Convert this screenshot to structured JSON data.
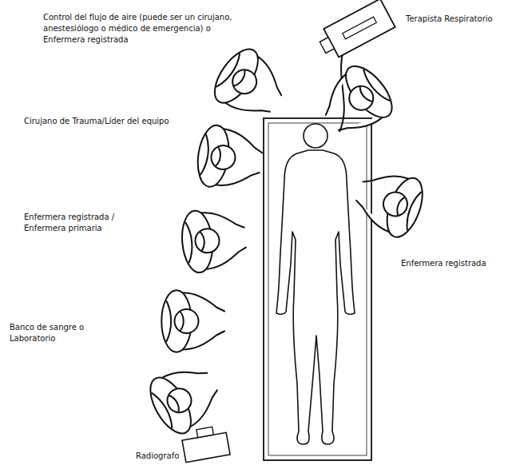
{
  "diagram": {
    "labels": [
      "Control del flujo de aire (puede ser un cirujano, anestesiólogo o médico de emergencia) o Enfermera registrada",
      "Terapista Respiratorio",
      "Cirujano de Trauma/Líder del equipo",
      "Enfermera registrada / Enfermera primaria",
      "Enfermera registrada",
      "Banco de sangre o Laboratorio",
      "Radiografo"
    ]
  }
}
